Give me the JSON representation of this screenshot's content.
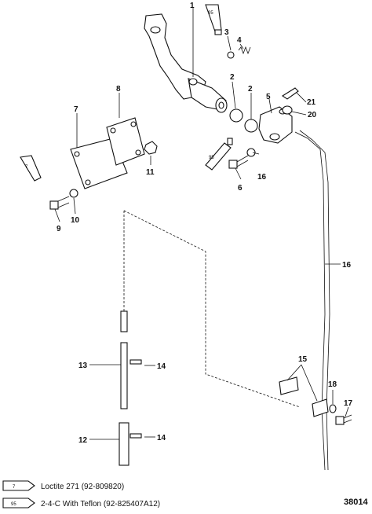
{
  "callouts": {
    "c1": "1",
    "c95a": "95",
    "c3": "3",
    "c4": "4",
    "c2a": "2",
    "c2b": "2",
    "c5": "5",
    "c21": "21",
    "c20": "20",
    "c8": "8",
    "c7a": "7",
    "c95b": "95",
    "c16a": "16",
    "c6": "6",
    "c11": "11",
    "c7b": "7",
    "c10": "10",
    "c9": "9",
    "c16b": "16",
    "c13": "13",
    "c14a": "14",
    "c15": "15",
    "c18": "18",
    "c17": "17",
    "c12": "12",
    "c14b": "14"
  },
  "legend": {
    "items": [
      {
        "code": "7",
        "text": "Loctite 271 (92-809820)"
      },
      {
        "code": "95",
        "text": "2-4-C  With Teflon (92-825407A12)"
      }
    ]
  },
  "figure_number": "38014"
}
